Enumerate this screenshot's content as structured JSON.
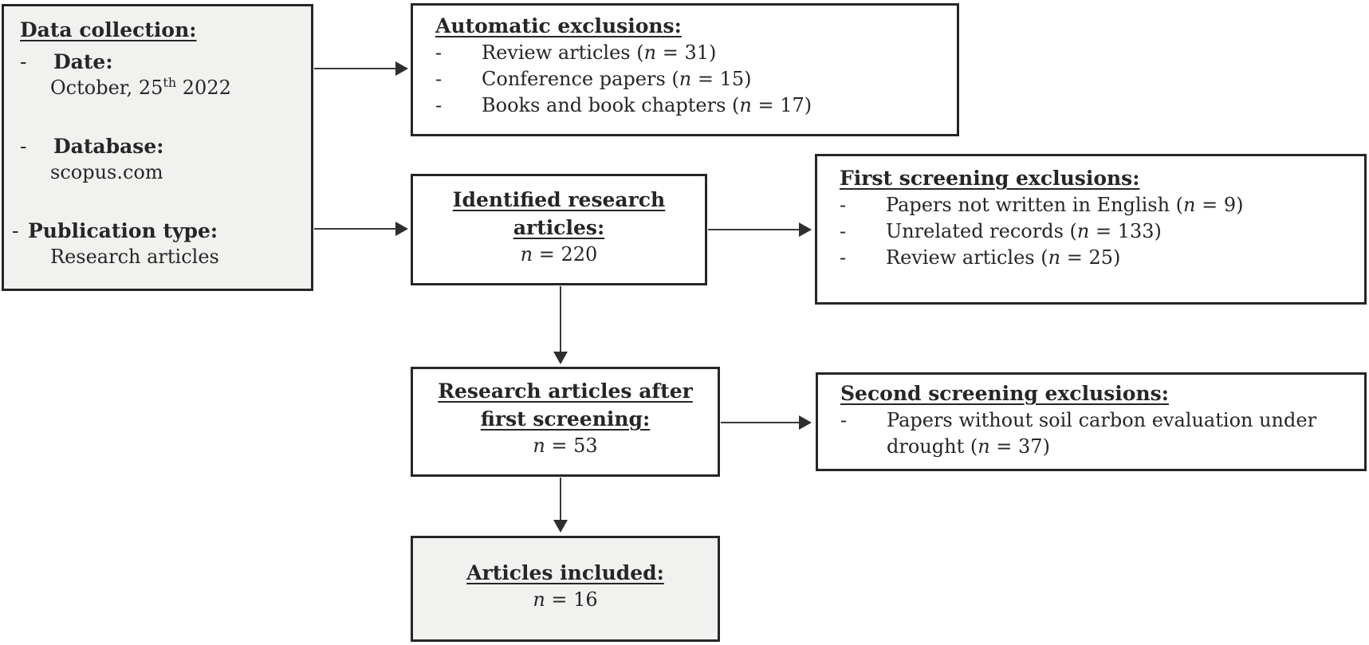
{
  "bullet": "-",
  "colors": {
    "highlight_box_bg": "#f1f1ef",
    "box_border": "#262626",
    "arrow": "#3a3a3a",
    "text": "#262626"
  },
  "data_collection": {
    "title": "Data collection:",
    "items": [
      {
        "label": "Date:",
        "value_pre": "October, 25",
        "value_sup": "th",
        "value_post": " 2022"
      },
      {
        "label": "Database:",
        "value": "scopus.com"
      },
      {
        "label": "Publication type:",
        "value": "Research articles"
      }
    ]
  },
  "automatic_exclusions": {
    "title": "Automatic exclusions:",
    "items": [
      {
        "pre": "Review articles (",
        "n": "n",
        "post": " = 31)"
      },
      {
        "pre": "Conference papers (",
        "n": "n",
        "post": " = 15)"
      },
      {
        "pre": "Books and book chapters (",
        "n": "n",
        "post": " = 17)"
      }
    ]
  },
  "identified_articles": {
    "title_line1": "Identified research",
    "title_line2": "articles:",
    "n": "n",
    "count": " = 220"
  },
  "first_screening": {
    "title": "First screening exclusions:",
    "items": [
      {
        "pre": "Papers not written in English (",
        "n": "n",
        "post": " = 9)"
      },
      {
        "pre": "Unrelated records (",
        "n": "n",
        "post": " = 133)"
      },
      {
        "pre": "Review articles (",
        "n": "n",
        "post": " = 25)"
      }
    ]
  },
  "after_first_screening": {
    "title_line1": "Research articles after",
    "title_line2": "first screening:",
    "n": "n",
    "count": " = 53"
  },
  "second_screening": {
    "title": "Second screening exclusions:",
    "items": [
      {
        "pre": "Papers without soil carbon evaluation under drought (",
        "n": "n",
        "post": " = 37)"
      }
    ]
  },
  "articles_included": {
    "title": "Articles included:",
    "n": "n",
    "count": " = 16"
  }
}
